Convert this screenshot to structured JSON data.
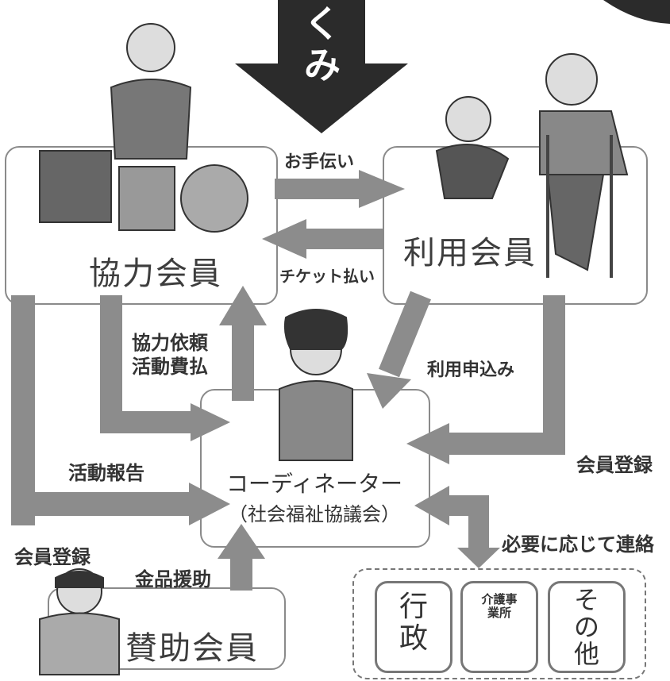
{
  "title_fragment": "くみ",
  "nodes": {
    "cooperator": "協力会員",
    "user": "利用会員",
    "coordinator": "コーディネーター",
    "coordinator_org": "（社会福祉協議会）",
    "supporter": "賛助会員"
  },
  "agencies": {
    "gov": "行政",
    "care": "介護事業所",
    "other": "その他"
  },
  "edge_labels": {
    "help": "お手伝い",
    "ticket": "チケット払い",
    "request": "協力依頼",
    "payment": "活動費払",
    "apply": "利用申込み",
    "user_reg": "会員登録",
    "report": "活動報告",
    "supp_reg": "会員登録",
    "donation": "金品援助",
    "contact": "必要に応じて連絡"
  },
  "colors": {
    "arrow": "#8c8c8c",
    "dark_arrow": "#2b2b2b",
    "box_border": "#8a8a8a"
  }
}
